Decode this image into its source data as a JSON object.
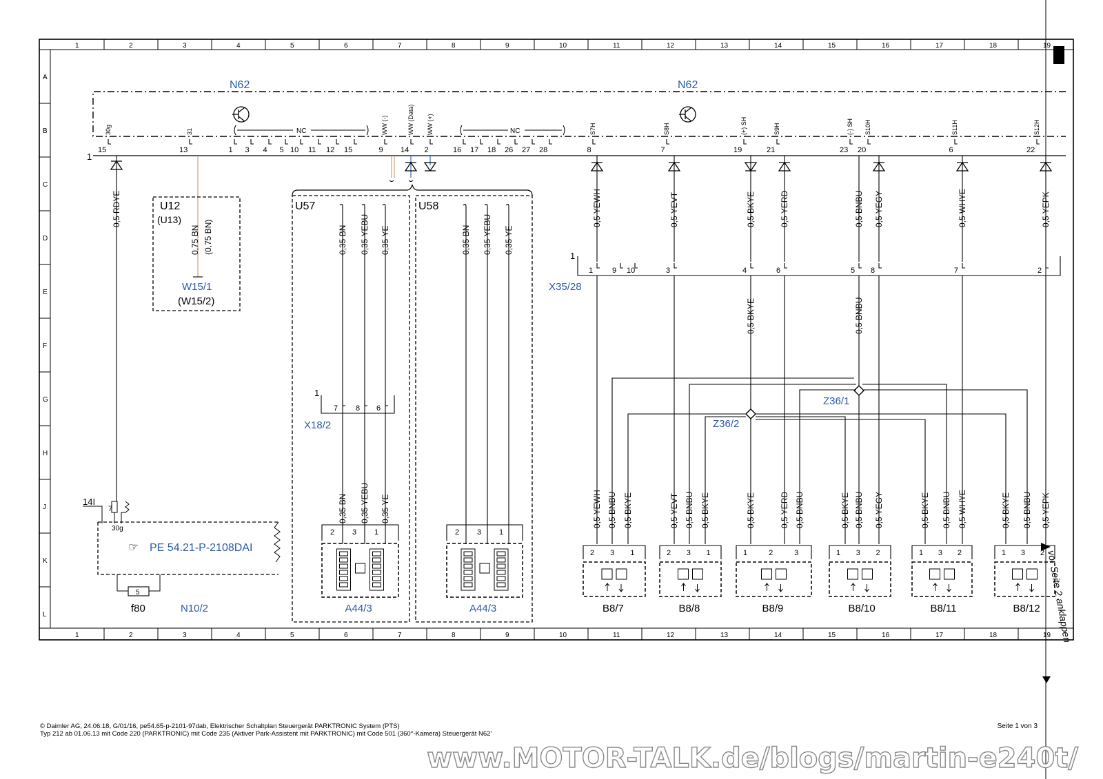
{
  "frame": {
    "columns": [
      "1",
      "2",
      "3",
      "4",
      "5",
      "6",
      "7",
      "8",
      "9",
      "10",
      "11",
      "12",
      "13",
      "14",
      "15",
      "16",
      "17",
      "18",
      "19"
    ],
    "rows": [
      "A",
      "B",
      "C",
      "D",
      "E",
      "F",
      "G",
      "H",
      "J",
      "K",
      "L"
    ]
  },
  "control_unit": {
    "label_left": "N62",
    "label_right": "N62",
    "nc_label": "NC",
    "connector_number": "1",
    "pins": [
      {
        "num": "15",
        "name": "30g"
      },
      {
        "num": "13",
        "name": "31"
      },
      {
        "num": "1"
      },
      {
        "num": "3"
      },
      {
        "num": "4"
      },
      {
        "num": "5"
      },
      {
        "num": "10"
      },
      {
        "num": "11"
      },
      {
        "num": "12"
      },
      {
        "num": "15"
      },
      {
        "num": "9",
        "name": "WW (-)"
      },
      {
        "num": "14",
        "name": "WW (Data)"
      },
      {
        "num": "2",
        "name": "WW (+)"
      },
      {
        "num": "16"
      },
      {
        "num": "17"
      },
      {
        "num": "18"
      },
      {
        "num": "26"
      },
      {
        "num": "27"
      },
      {
        "num": "28"
      },
      {
        "num": "8",
        "name": "S7H"
      },
      {
        "num": "7",
        "name": "S8H"
      },
      {
        "num": "19",
        "name": "(+) SH"
      },
      {
        "num": "21",
        "name": "S9H"
      },
      {
        "num": "23",
        "name": "(-) SH"
      },
      {
        "num": "20",
        "name": "S10H"
      },
      {
        "num": "6",
        "name": "S11H"
      },
      {
        "num": "22",
        "name": "S12H"
      }
    ]
  },
  "wires": {
    "rdye": "0,5 RDYE",
    "u12_bn": "0,75 BN",
    "u12_bn_alt": "(0,75 BN)",
    "yewh": "0,5 YEWH",
    "yevt": "0,5 YEVT",
    "bkye": "0,5 BKYE",
    "yerd": "0,5 YERD",
    "bnbu": "0,5 BNBU",
    "yegy": "0,5 YEGY",
    "whye": "0,5 WHYE",
    "yepk": "0,5 YEPK",
    "bn035": "0,35 BN",
    "yebu035": "0,35 YEBU",
    "ye035": "0,35 YE"
  },
  "components": {
    "u12": "U12",
    "u13": "(U13)",
    "w151": "W15/1",
    "w152": "(W15/2)",
    "u57": "U57",
    "u58": "U58",
    "x182": "X18/2",
    "x182_num": "1",
    "x18_pins": [
      "7",
      "8",
      "6"
    ],
    "a443": "A44/3",
    "x3528": "X35/28",
    "x35_num": "1",
    "x35_pins": [
      "1",
      "9",
      "10",
      "3",
      "4",
      "6",
      "5",
      "8",
      "7",
      "2"
    ],
    "z361": "Z36/1",
    "z362": "Z36/2",
    "n102": "N10/2",
    "f80": "f80",
    "fuse": "5",
    "pe_ref": "PE 54.21-P-2108DAI",
    "pin14": "14I",
    "pin7": "7",
    "pin30g": "30g",
    "sensors": [
      "B8/7",
      "B8/8",
      "B8/9",
      "B8/10",
      "B8/11",
      "B8/12"
    ],
    "continue_note": "vor Seite 2 anklappen"
  },
  "footer": {
    "line1": "© Daimler AG, 24.06.18, G/01/16, pe54.65-p-2101-97dab, Elektrischer Schaltplan Steuergerät PARKTRONIC System (PTS)",
    "line2": "Typ 212 ab 01.06.13 mit Code 220 (PARKTRONIC) mit Code 235 (Aktiver Park-Assistent mit PARKTRONIC) mit Code 501 (360°-Kamera) Steuergerät N62'",
    "page": "Seite 1 von 3",
    "watermark": "www.MOTOR-TALK.de/blogs/martin-e240t/"
  }
}
